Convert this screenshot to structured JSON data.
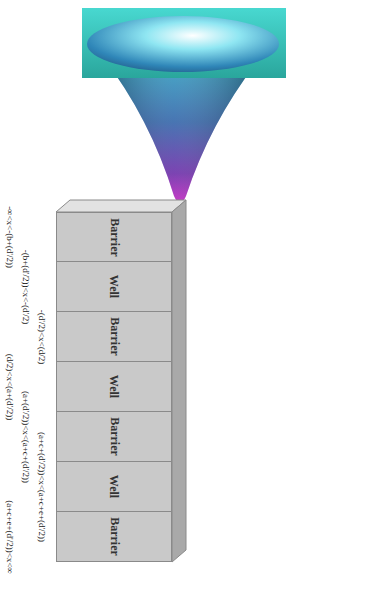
{
  "diagram": {
    "nodes": [
      {
        "text": [
          "Barrier"
        ]
      },
      {
        "text": [
          "Well"
        ]
      },
      {
        "text": [
          "Barrier"
        ]
      },
      {
        "text": [
          "Well"
        ]
      },
      {
        "text": [
          "Barrier"
        ]
      },
      {
        "text": [
          "Well"
        ]
      },
      {
        "text": [
          "Barrier"
        ]
      }
    ],
    "labels": [
      "-∞<x<-(b+(d'/2))",
      "-(b+(d'/2))<x<-(d'/2)",
      "-(d'/2)<x<(d/2)",
      "(d/2)<x<(a+(d'/2))",
      "(a+(d'/2))<x<(a+c+(d'/2))",
      "(a+c+(d'/2))<x<(a+c+e+(d'/2))",
      "(a+c+e+(d'/2))<x<∞"
    ]
  }
}
